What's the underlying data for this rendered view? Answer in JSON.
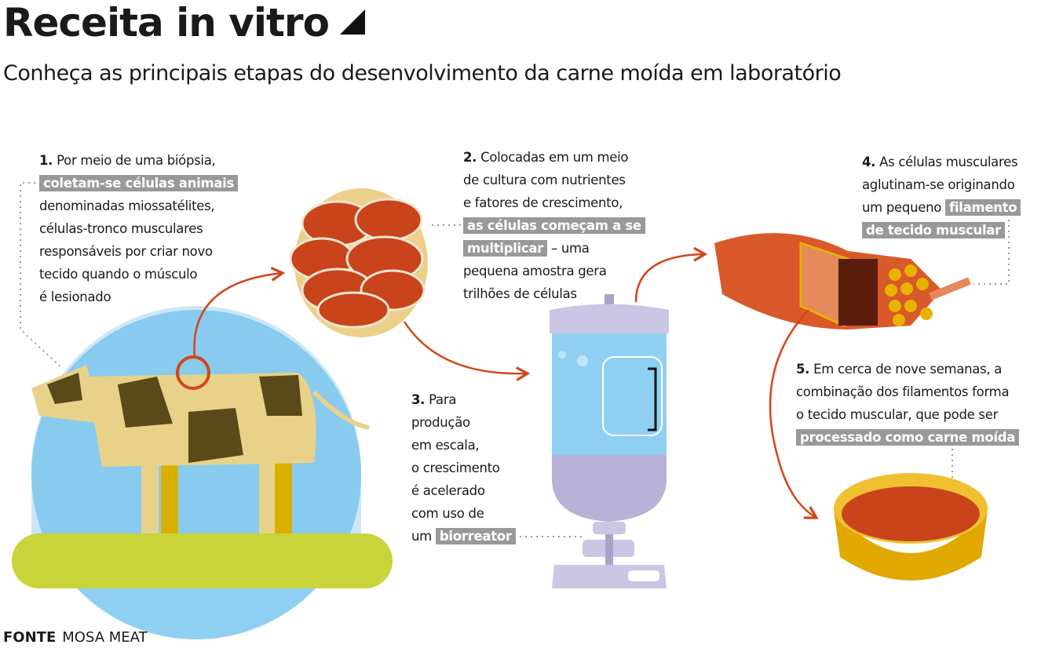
{
  "title": "Receita in vitro",
  "subtitle": "Conheça as principais etapas do desenvolvimento da carne moída em laboratório",
  "steps": {
    "s1": {
      "num": "1.",
      "l0": "Por meio de uma biópsia,",
      "hl": "coletam-se células animais",
      "l2": "denominadas miossatélites,",
      "l3": "células-tronco musculares",
      "l4": "responsáveis por criar novo",
      "l5": "tecido quando o músculo",
      "l6": "é lesionado"
    },
    "s2": {
      "num": "2.",
      "l0": "Colocadas em um meio",
      "l1": "de cultura com nutrientes",
      "l2": "e fatores de crescimento,",
      "hl1": "as células começam a se",
      "hl2": "multiplicar",
      "l4": "– uma",
      "l5": "pequena amostra gera",
      "l6": "trilhões de células"
    },
    "s3": {
      "num": "3.",
      "l0": "Para",
      "l1": "produção",
      "l2": "em escala,",
      "l3": "o crescimento",
      "l4": "é acelerado",
      "l5": "com uso de",
      "l6": "um",
      "hl": "biorreator"
    },
    "s4": {
      "num": "4.",
      "l0": "As células musculares",
      "l1": "aglutinam-se originando",
      "l2": "um pequeno",
      "hl1": "filamento",
      "hl2": "de tecido muscular"
    },
    "s5": {
      "num": "5.",
      "l0": "Em cerca de nove semanas, a",
      "l1": "combinação dos filamentos forma",
      "l2": "o tecido muscular, que pode ser",
      "hl": "processado como carne moída"
    }
  },
  "footer": {
    "label": "FONTE",
    "source": "MOSA MEAT"
  },
  "colors": {
    "arrow": "#d2461a",
    "highlight": "#999999",
    "sky": "#8fd0f2",
    "grass": "#c8d43a"
  }
}
